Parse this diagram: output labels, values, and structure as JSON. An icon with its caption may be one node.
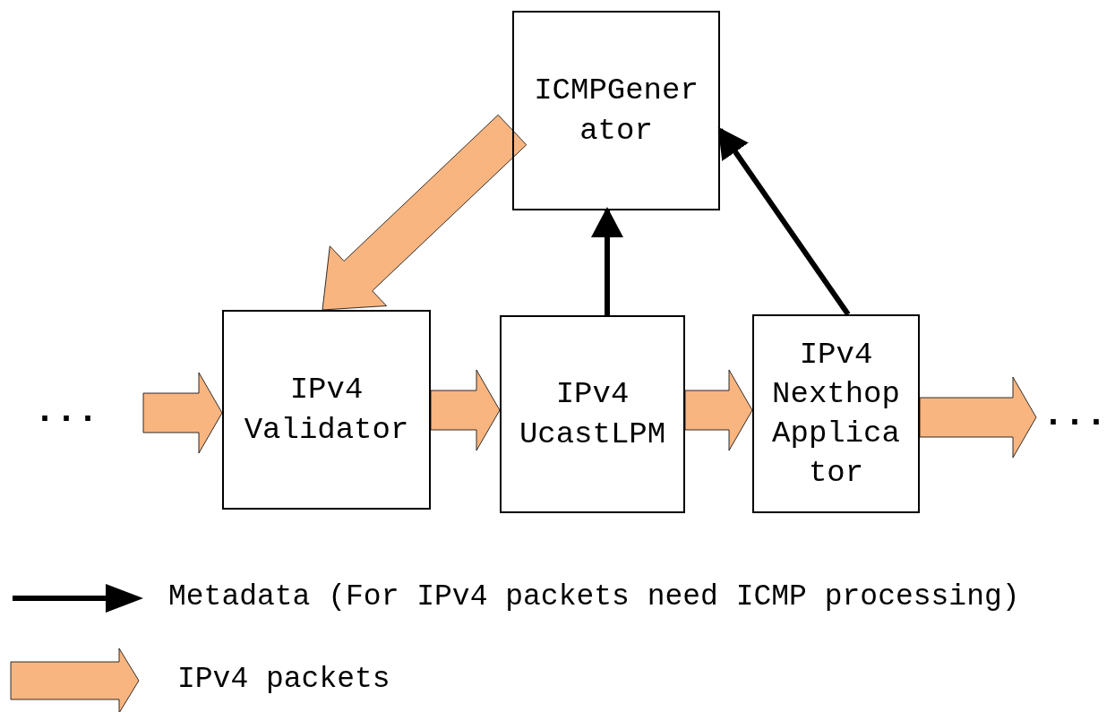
{
  "diagram": {
    "nodes": [
      {
        "text": [
          "ICMPGener ator"
        ]
      },
      {
        "text": [
          "IPv4 Validator"
        ]
      },
      {
        "text": [
          "IPv4 UcastLPM"
        ]
      },
      {
        "text": [
          "IPv4 Nexthop Applica tor"
        ]
      }
    ],
    "edges": [
      {
        "from": null,
        "to": 1,
        "arrow": "to",
        "style": "thick"
      },
      {
        "from": 1,
        "to": 2,
        "arrow": "to",
        "style": "thick"
      },
      {
        "from": 2,
        "to": 3,
        "arrow": "to",
        "style": "thick"
      },
      {
        "from": 3,
        "to": null,
        "arrow": "to",
        "style": "thick"
      },
      {
        "from": 0,
        "to": 1,
        "arrow": "to",
        "style": "thick"
      },
      {
        "from": 2,
        "to": 0,
        "arrow": "to",
        "color": "#000000"
      },
      {
        "from": 3,
        "to": 0,
        "arrow": "to",
        "color": "#000000"
      }
    ],
    "labels": [
      "...",
      "..."
    ],
    "legend": [
      {
        "text": "Metadata (For IPv4 packets need ICMP processing)"
      },
      {
        "text": "IPv4 packets"
      }
    ]
  }
}
